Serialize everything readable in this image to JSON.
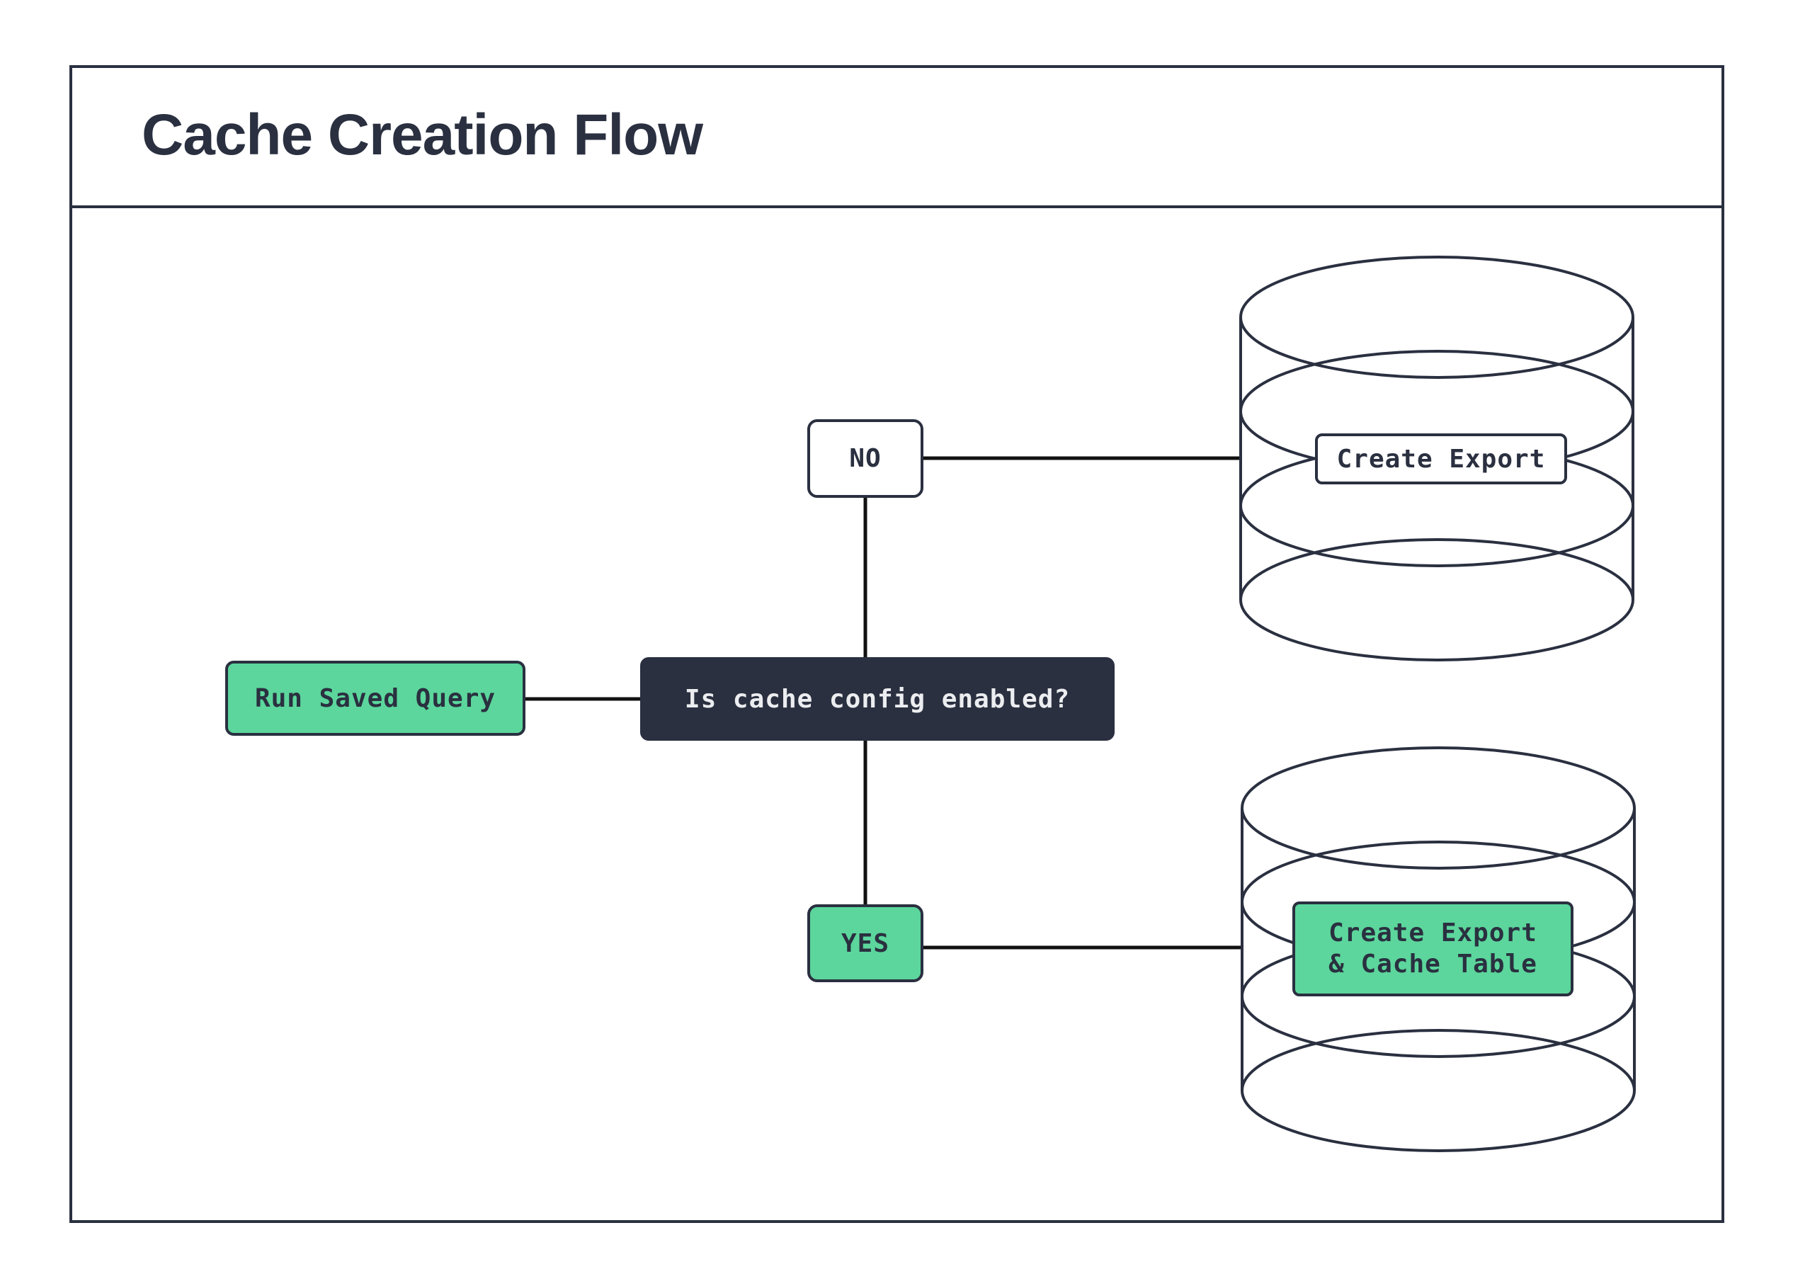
{
  "title": "Cache Creation Flow",
  "colors": {
    "navy": "#2A3040",
    "green": "#5CD69C",
    "line": "#111111",
    "white": "#FFFFFF",
    "text-light": "#ECEDF0"
  },
  "nodes": {
    "run_saved_query": {
      "label": "Run Saved Query"
    },
    "question": {
      "label": "Is cache config enabled?"
    },
    "no_branch": {
      "label": "NO"
    },
    "yes_branch": {
      "label": "YES"
    },
    "db_no": {
      "label": "Create Export"
    },
    "db_yes": {
      "line1": "Create Export",
      "line2": "& Cache Table"
    }
  }
}
